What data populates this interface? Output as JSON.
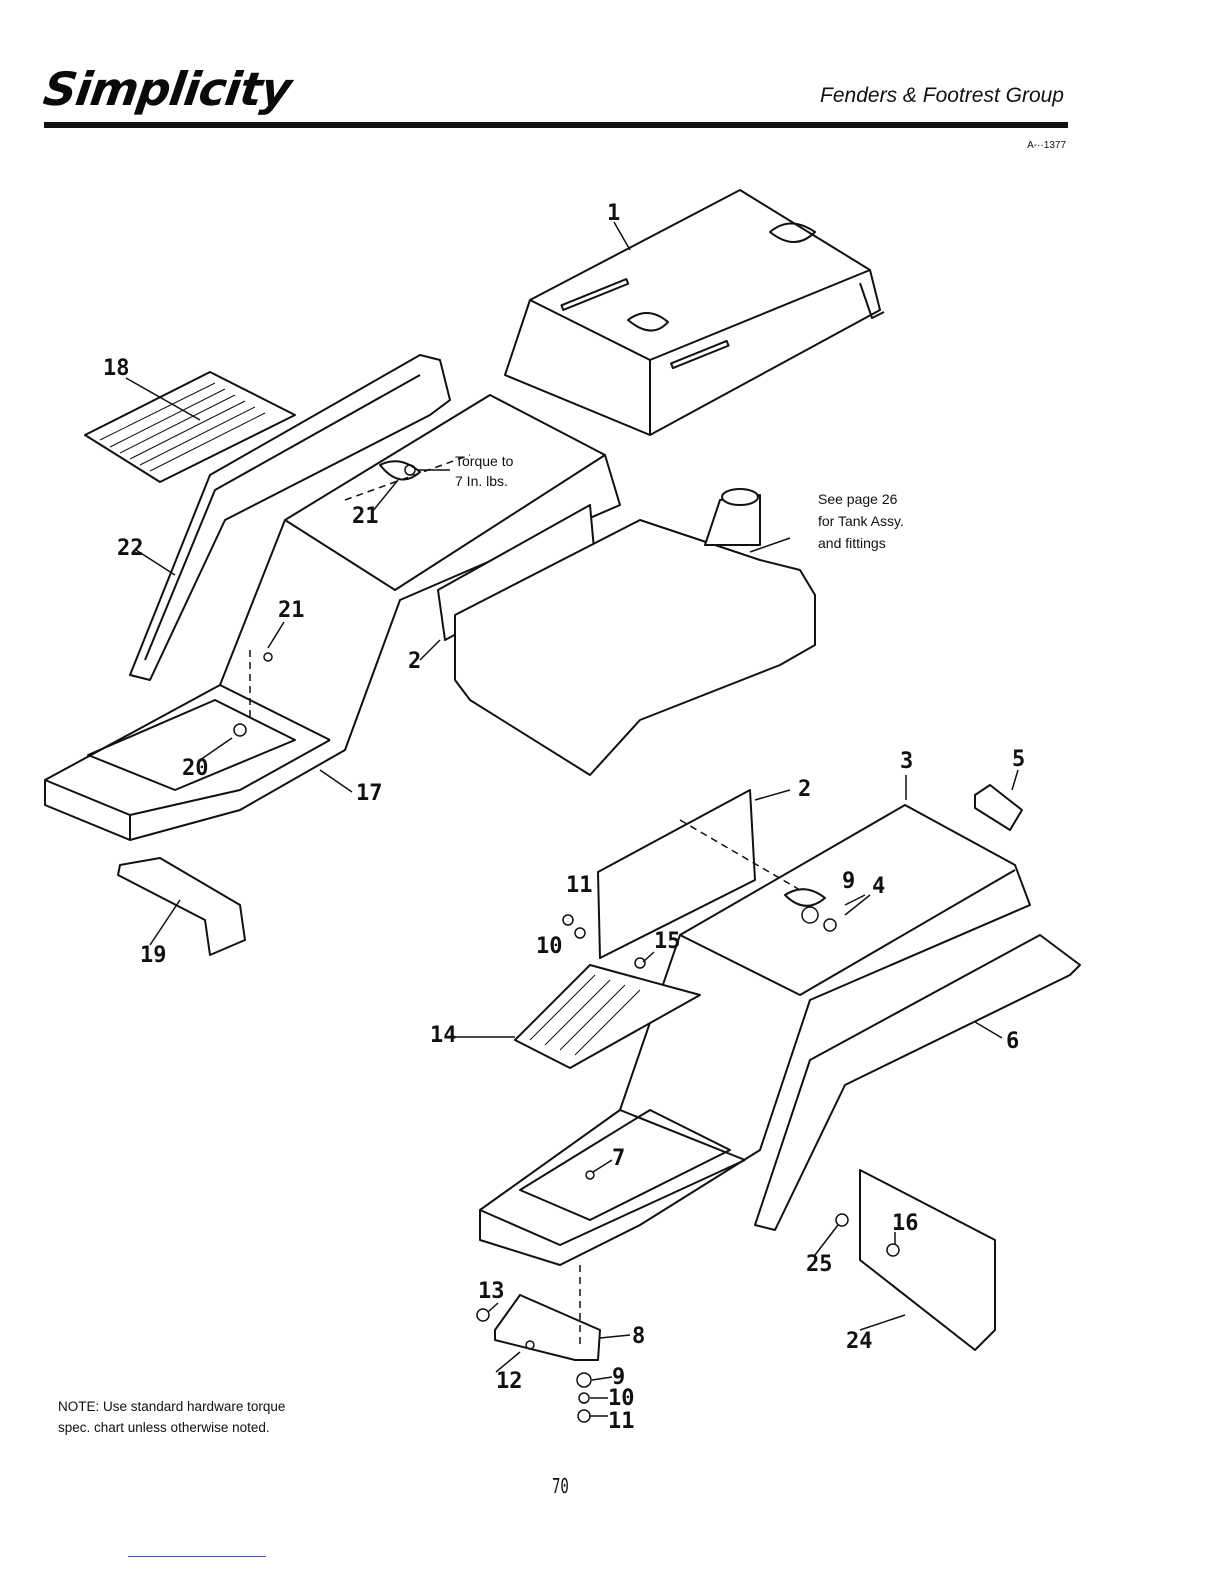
{
  "header": {
    "brand": "Simplicity",
    "section_title": "Fenders & Footrest Group",
    "doc_number": "A-··1377"
  },
  "diagram": {
    "annotations": {
      "torque_line1": "Torque to",
      "torque_line2": "7 In. lbs.",
      "tank_line1": "See page 26",
      "tank_line2": "for Tank Assy.",
      "tank_line3": "and fittings"
    },
    "callouts": {
      "c1": "1",
      "c2a": "2",
      "c2b": "2",
      "c3": "3",
      "c4": "4",
      "c5": "5",
      "c6": "6",
      "c7": "7",
      "c8": "8",
      "c9a": "9",
      "c9b": "9",
      "c10a": "10",
      "c10b": "10",
      "c11a": "11",
      "c11b": "11",
      "c12": "12",
      "c13": "13",
      "c14": "14",
      "c15": "15",
      "c16": "16",
      "c17": "17",
      "c18": "18",
      "c19": "19",
      "c20": "20",
      "c21a": "21",
      "c21b": "21",
      "c22": "22",
      "c24": "24",
      "c25": "25"
    }
  },
  "footer": {
    "note": "NOTE: Use standard hardware torque spec. chart unless otherwise noted.",
    "page_number": "70"
  }
}
